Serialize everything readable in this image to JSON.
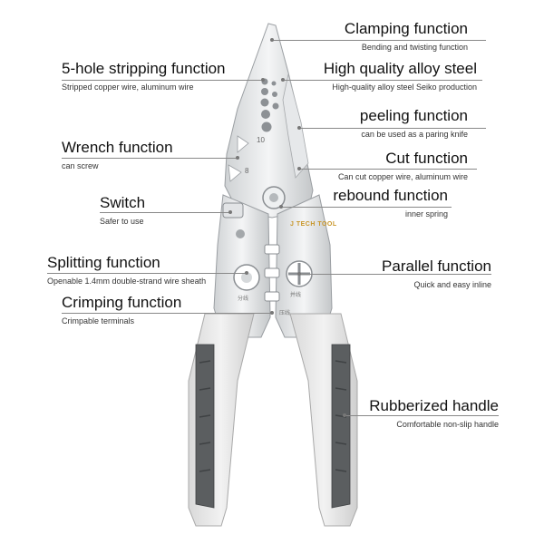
{
  "labels": {
    "clamping": {
      "title": "Clamping function",
      "sub": "Bending and twisting function"
    },
    "five_hole": {
      "title": "5-hole stripping function",
      "sub": "Stripped copper wire, aluminum wire"
    },
    "alloy": {
      "title": "High quality alloy steel",
      "sub": "High-quality alloy steel Seiko production"
    },
    "peeling": {
      "title": "peeling function",
      "sub": "can be used as a paring knife"
    },
    "wrench": {
      "title": "Wrench function",
      "sub": "can screw"
    },
    "cut": {
      "title": "Cut function",
      "sub": "Can cut copper wire, aluminum wire"
    },
    "switch": {
      "title": "Switch",
      "sub": "Safer to use"
    },
    "rebound": {
      "title": "rebound function",
      "sub": "inner spring"
    },
    "splitting": {
      "title": "Splitting function",
      "sub": "Openable 1.4mm double-strand wire sheath"
    },
    "parallel": {
      "title": "Parallel function",
      "sub": "Quick and easy inline"
    },
    "crimping": {
      "title": "Crimping function",
      "sub": "Crimpable terminals"
    },
    "handle": {
      "title": "Rubberized handle",
      "sub": "Comfortable non-slip handle"
    }
  },
  "tool": {
    "brand": "J TECH TOOL",
    "scale_marks": [
      "10",
      "8"
    ],
    "hole_labels": [
      "分线",
      "并线",
      "压线"
    ]
  }
}
